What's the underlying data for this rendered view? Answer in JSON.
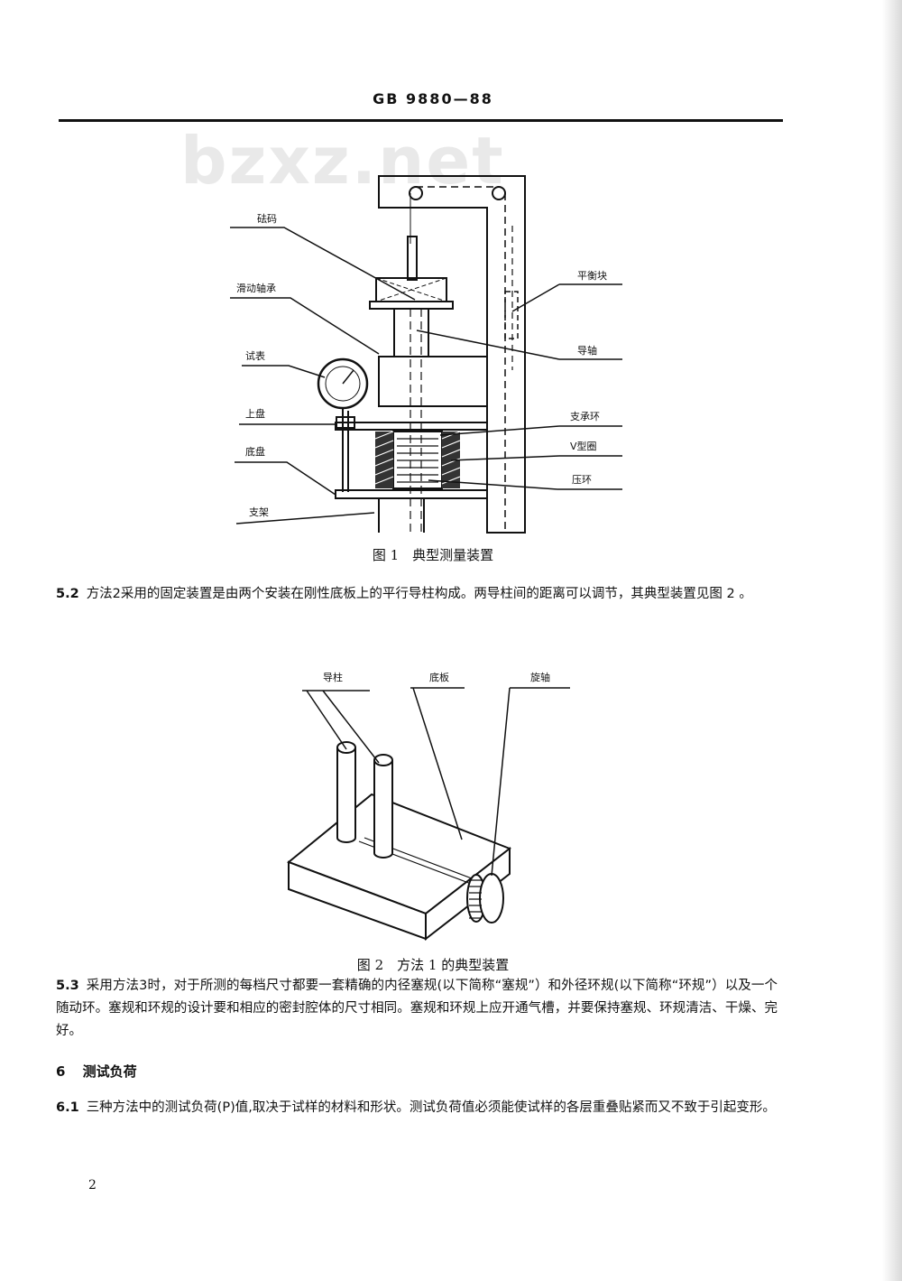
{
  "header": "GB 9880—88",
  "watermark": "bzxz.net",
  "figure1": {
    "labels": {
      "weight": "砝码",
      "bearing": "滑动轴承",
      "gauge": "试表",
      "upper_plate": "上盘",
      "base_plate": "底盘",
      "bracket": "支架",
      "counterweight": "平衡块",
      "guide_shaft": "导轴",
      "support_ring": "支承环",
      "v_ring": "V型圈",
      "press_ring": "压环"
    },
    "caption": "图 1　典型测量装置"
  },
  "para_5_2": {
    "number": "5.2",
    "text": "方法2采用的固定装置是由两个安装在刚性底板上的平行导柱构成。两导柱间的距离可以调节，其典型装置见图 2 。"
  },
  "figure2": {
    "labels": {
      "guide_post": "导柱",
      "base_board": "底板",
      "knurl_shaft": "旋轴"
    },
    "caption": "图 2　方法 1 的典型装置"
  },
  "para_5_3": {
    "number": "5.3",
    "text": "采用方法3时，对于所测的每档尺寸都要一套精确的内径塞规(以下简称“塞规”）和外径环规(以下简称“环规”）以及一个随动环。塞规和环规的设计要和相应的密封腔体的尺寸相同。塞规和环规上应开通气槽，并要保持塞规、环规清洁、干燥、完好。"
  },
  "section_6": {
    "number": "6",
    "title": "测试负荷"
  },
  "para_6_1": {
    "number": "6.1",
    "text": "三种方法中的测试负荷(P)值,取决于试样的材料和形状。测试负荷值必须能使试样的各层重叠贴紧而又不致于引起变形。"
  },
  "page_number": "2"
}
